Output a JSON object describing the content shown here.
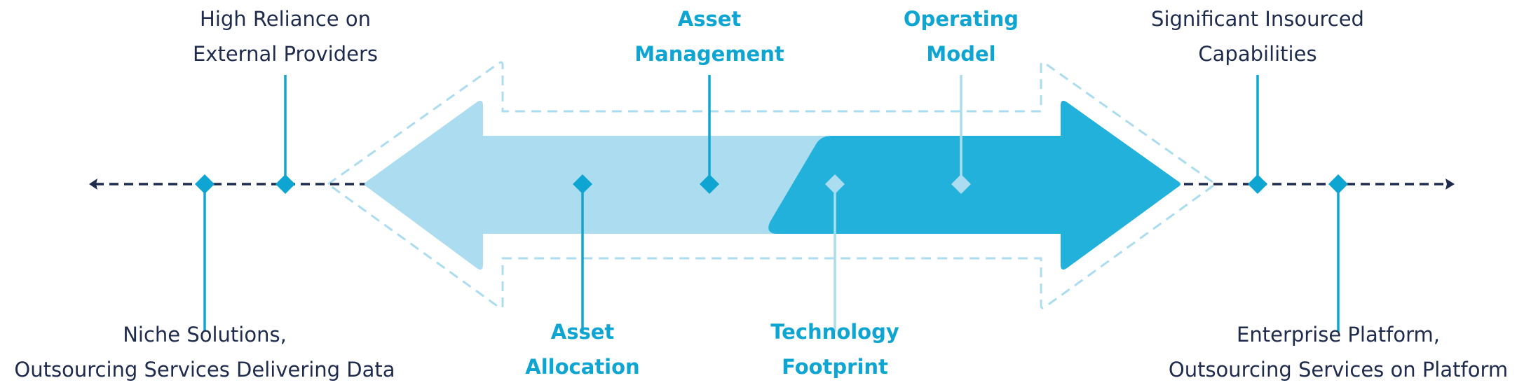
{
  "diagram": {
    "type": "spectrum-with-double-arrow",
    "colors": {
      "axis": "#1f2b4d",
      "marker_strong": "#0ea5d2",
      "marker_light": "#acdcef",
      "arrow_light": "#acdcef",
      "arrow_dark": "#22b1da",
      "outline": "#acdcef",
      "text_regular": "#1f2b4d",
      "text_bold": "#0ea5d2"
    },
    "axis": {
      "left_end": "arrow-left-icon",
      "right_end": "arrow-right-icon"
    },
    "markers": [
      {
        "id": "niche",
        "side": "bottom",
        "style": "regular",
        "tone": "strong",
        "lines": [
          "Niche Solutions,",
          "Outsourcing Services Delivering Data"
        ]
      },
      {
        "id": "high-reliance",
        "side": "top",
        "style": "regular",
        "tone": "strong",
        "lines": [
          "High Reliance on",
          "External Providers"
        ]
      },
      {
        "id": "asset-allocation",
        "side": "bottom",
        "style": "bold",
        "tone": "strong",
        "lines": [
          "Asset",
          "Allocation"
        ]
      },
      {
        "id": "asset-management",
        "side": "top",
        "style": "bold",
        "tone": "strong",
        "lines": [
          "Asset",
          "Management"
        ]
      },
      {
        "id": "technology-footprint",
        "side": "bottom",
        "style": "bold",
        "tone": "light",
        "lines": [
          "Technology",
          "Footprint"
        ]
      },
      {
        "id": "operating-model",
        "side": "top",
        "style": "bold",
        "tone": "light",
        "lines": [
          "Operating",
          "Model"
        ]
      },
      {
        "id": "significant-insourced",
        "side": "top",
        "style": "regular",
        "tone": "strong",
        "lines": [
          "Significant Insourced",
          "Capabilities"
        ]
      },
      {
        "id": "enterprise-platform",
        "side": "bottom",
        "style": "regular",
        "tone": "strong",
        "lines": [
          "Enterprise Platform,",
          "Outsourcing Services on Platform"
        ]
      }
    ]
  }
}
